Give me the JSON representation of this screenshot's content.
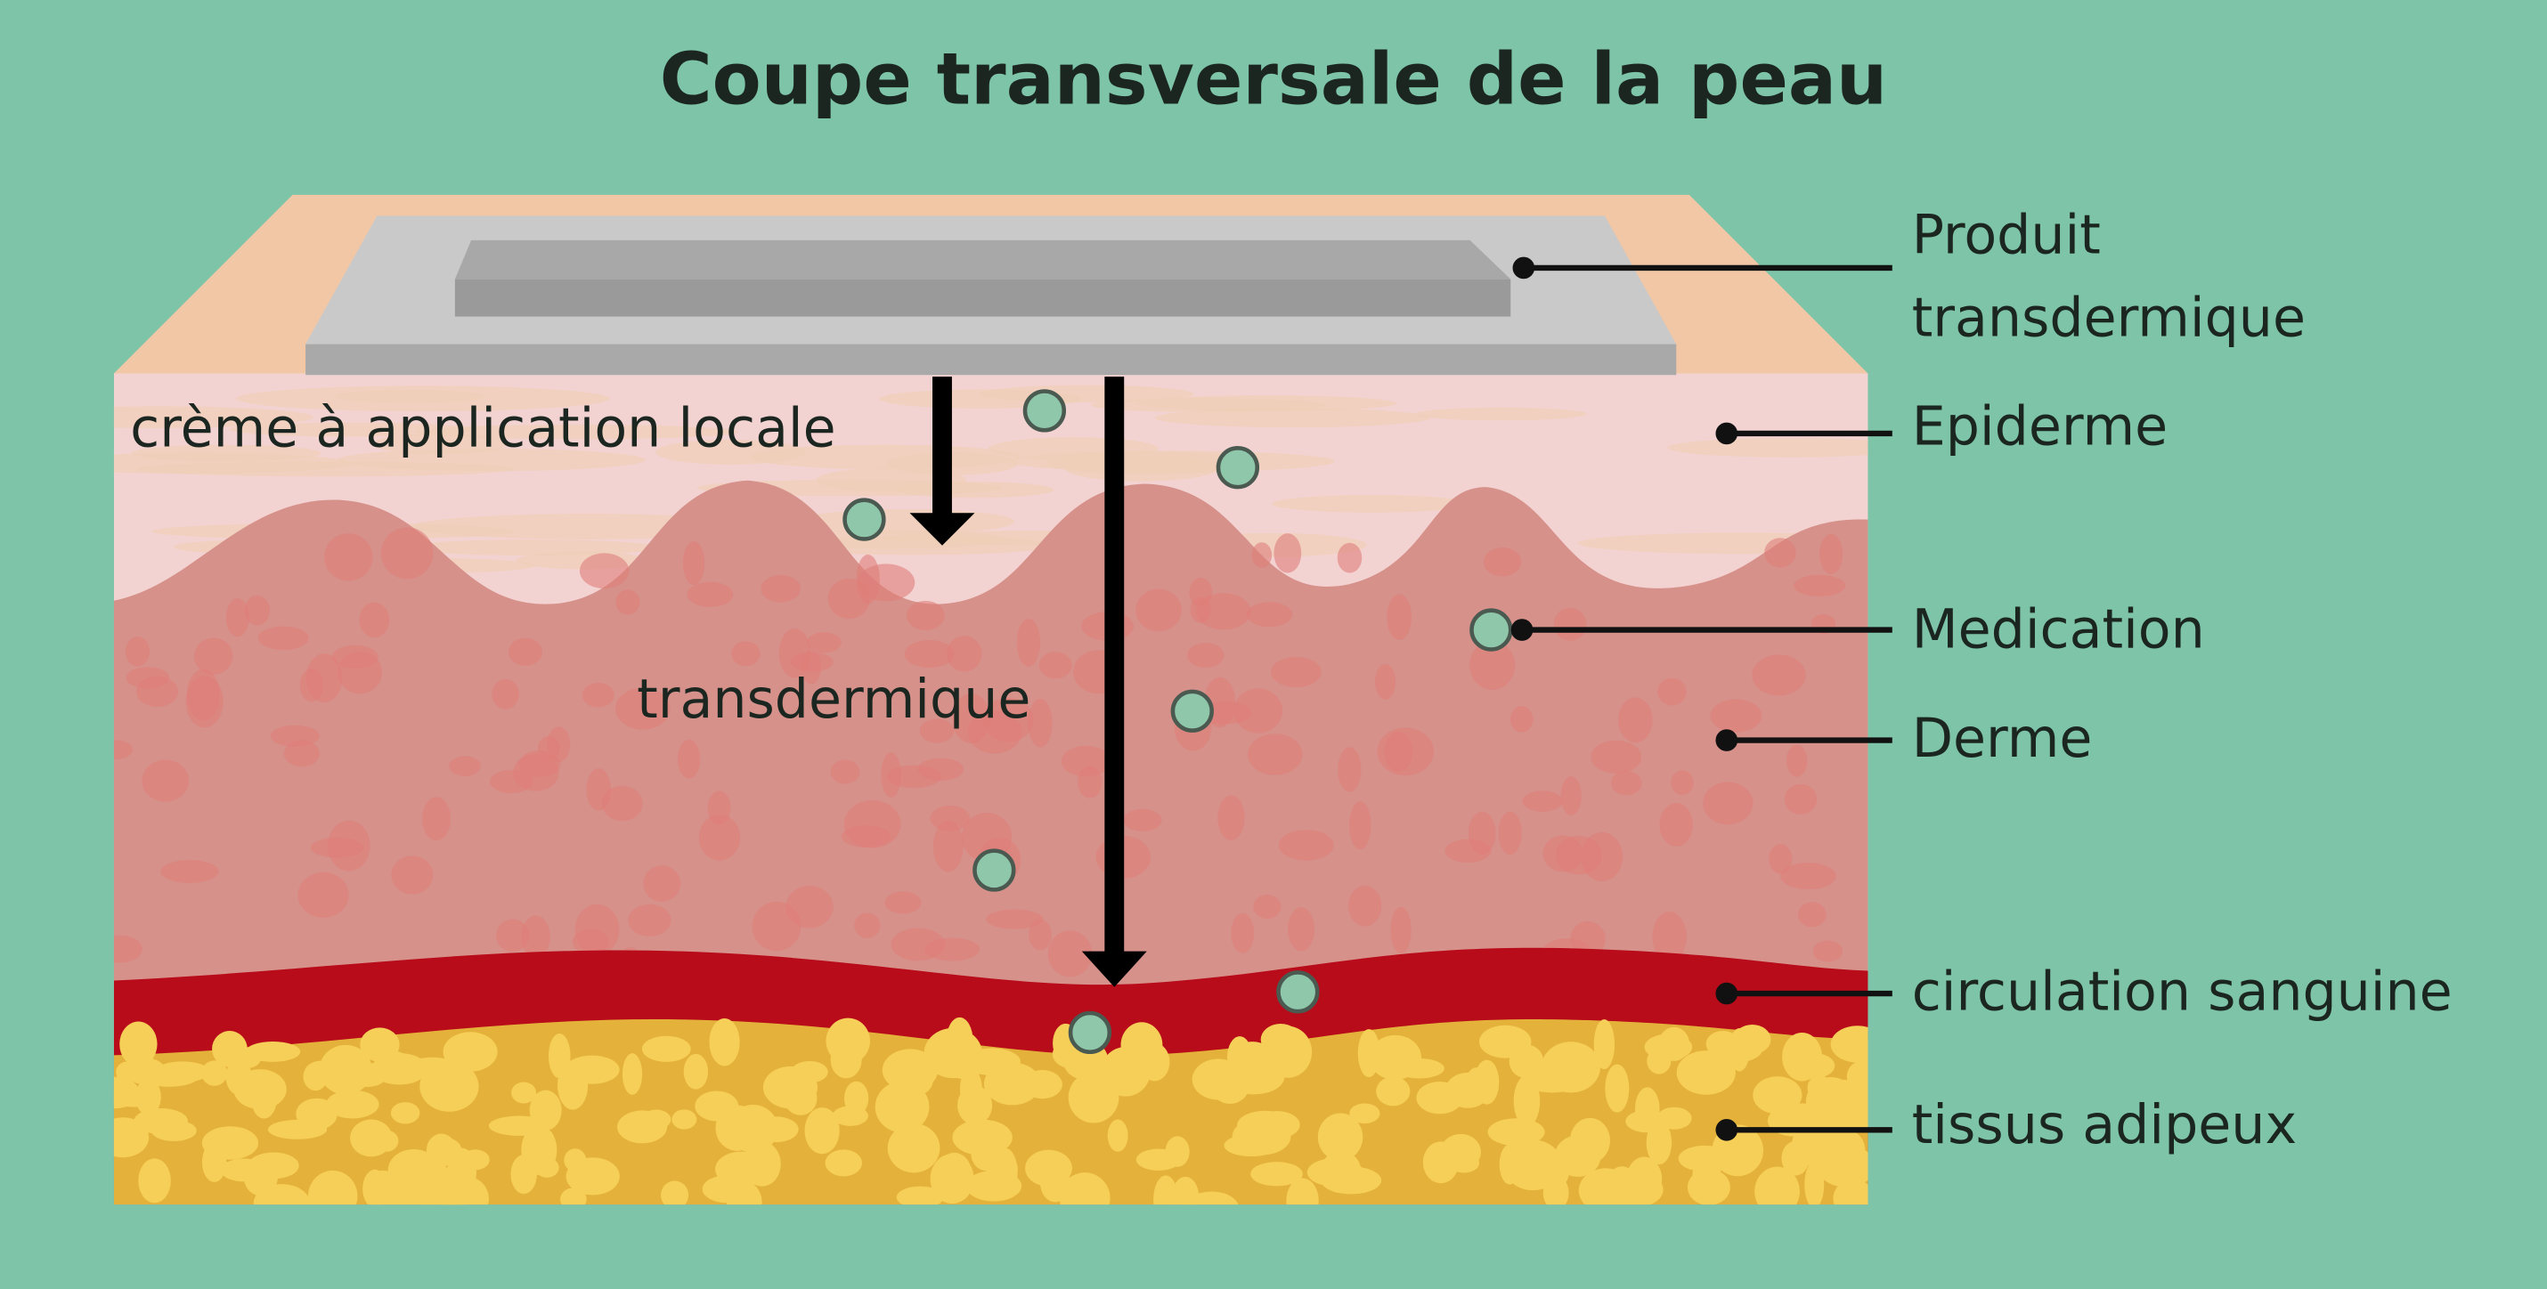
{
  "title": "Coupe transversale de la peau",
  "left_labels": {
    "cream": "crème à application locale",
    "transdermal": "transdermique"
  },
  "right_labels": {
    "product_line1": "Produit",
    "product_line2": "transdermique",
    "epidermis": "Epiderme",
    "medication": "Medication",
    "dermis": "Derme",
    "blood": "circulation sanguine",
    "fat": "tissus adipeux"
  },
  "colors": {
    "background": "#7dc4a8",
    "epidermis": "#f3d3d2",
    "dermis": "#d6918b",
    "blood": "#b80c1a",
    "fat": "#e4b23a",
    "patch": "#c8c8c8",
    "medication": "#8fc7ab"
  }
}
